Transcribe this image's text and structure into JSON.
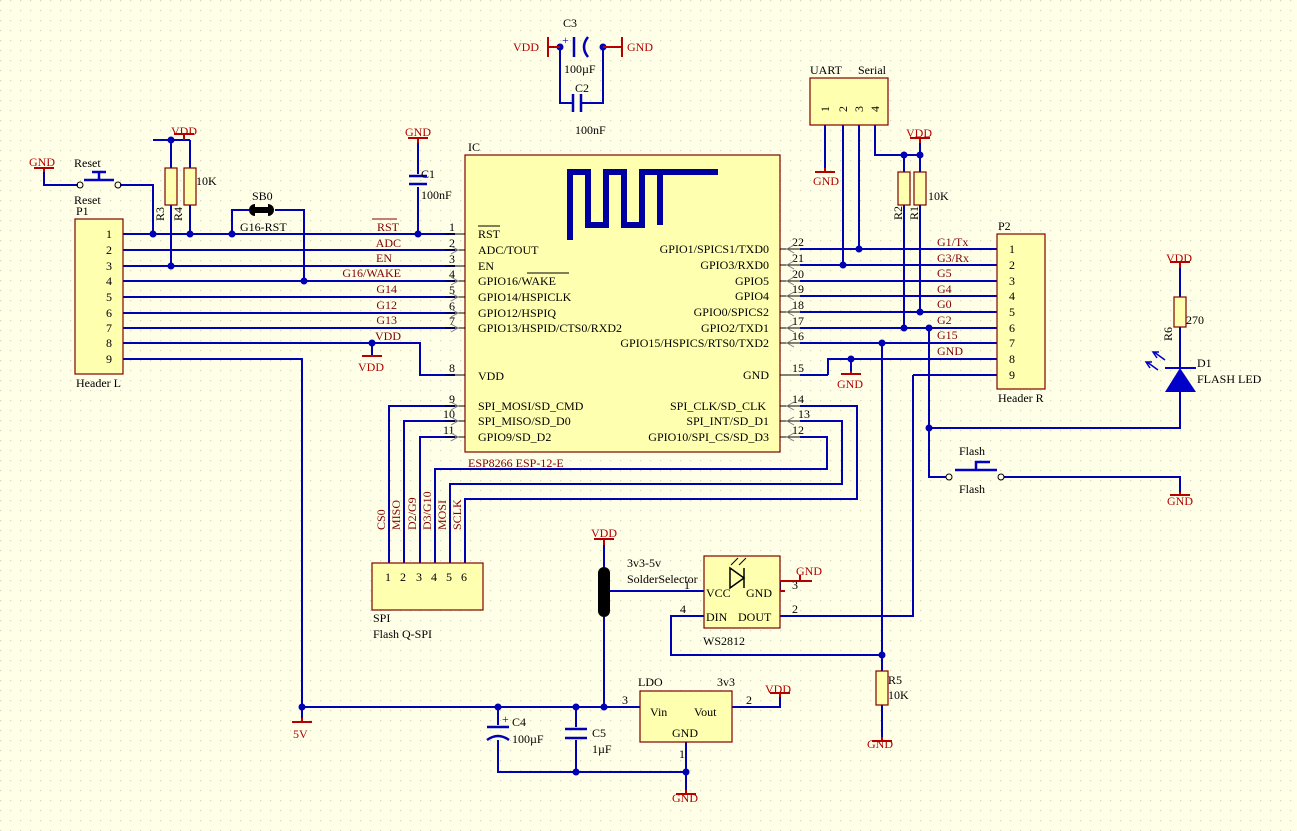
{
  "ic": {
    "ref": "IC",
    "name": "ESP8266 ESP-12-E",
    "left_pins": [
      {
        "num": "1",
        "name": "RST",
        "overline": true
      },
      {
        "num": "2",
        "name": "ADC/TOUT"
      },
      {
        "num": "3",
        "name": "EN"
      },
      {
        "num": "4",
        "name": "GPIO16/WAKE"
      },
      {
        "num": "5",
        "name": "GPIO14/HSPICLK"
      },
      {
        "num": "6",
        "name": "GPIO12/HSPIQ"
      },
      {
        "num": "7",
        "name": "GPIO13/HSPID/CTS0/RXD2"
      },
      {
        "num": "8",
        "name": "VDD"
      },
      {
        "num": "9",
        "name": "SPI_MOSI/SD_CMD"
      },
      {
        "num": "10",
        "name": "SPI_MISO/SD_D0"
      },
      {
        "num": "11",
        "name": "GPIO9/SD_D2"
      }
    ],
    "right_pins": [
      {
        "num": "22",
        "name": "GPIO1/SPICS1/TXD0"
      },
      {
        "num": "21",
        "name": "GPIO3/RXD0"
      },
      {
        "num": "20",
        "name": "GPIO5"
      },
      {
        "num": "19",
        "name": "GPIO4"
      },
      {
        "num": "18",
        "name": "GPIO0/SPICS2"
      },
      {
        "num": "17",
        "name": "GPIO2/TXD1"
      },
      {
        "num": "16",
        "name": "GPIO15/HSPICS/RTS0/TXD2"
      },
      {
        "num": "15",
        "name": "GND"
      },
      {
        "num": "14",
        "name": "SPI_CLK/SD_CLK"
      },
      {
        "num": "13",
        "name": "SPI_INT/SD_D1"
      },
      {
        "num": "12",
        "name": "GPIO10/SPI_CS/SD_D3"
      }
    ]
  },
  "left_nets": [
    "RST",
    "ADC",
    "EN",
    "G16/WAKE",
    "G14",
    "G12",
    "G13",
    "VDD"
  ],
  "right_nets": [
    "G1/Tx",
    "G3/Rx",
    "G5",
    "G4",
    "G0",
    "G2",
    "G15",
    "GND"
  ],
  "p1": {
    "ref": "P1",
    "name": "Header L",
    "pins": [
      "1",
      "2",
      "3",
      "4",
      "5",
      "6",
      "7",
      "8",
      "9"
    ]
  },
  "p2": {
    "ref": "P2",
    "name": "Header R",
    "pins": [
      "1",
      "2",
      "3",
      "4",
      "5",
      "6",
      "7",
      "8",
      "9"
    ]
  },
  "uart": {
    "ref": "UART",
    "name": "Serial",
    "pins": [
      "1",
      "2",
      "3",
      "4"
    ]
  },
  "spi": {
    "ref": "SPI",
    "name": "Flash Q-SPI",
    "pins": [
      "1",
      "2",
      "3",
      "4",
      "5",
      "6"
    ],
    "nets": [
      "CS0",
      "MISO",
      "D2/G9",
      "D3/G10",
      "MOSI",
      "SCLK"
    ]
  },
  "reset": {
    "ref": "Reset",
    "name": "Reset"
  },
  "flash": {
    "ref": "Flash",
    "name": "Flash"
  },
  "sb0": {
    "ref": "SB0",
    "name": "G16-RST"
  },
  "c1": {
    "ref": "C1",
    "value": "100nF"
  },
  "c2": {
    "ref": "C2",
    "value": "100nF"
  },
  "c3": {
    "ref": "C3",
    "value": "100µF"
  },
  "c4": {
    "ref": "C4",
    "value": "100µF"
  },
  "c5": {
    "ref": "C5",
    "value": "1µF"
  },
  "r1": {
    "ref": "R1",
    "value": "10K"
  },
  "r2": {
    "ref": "R2"
  },
  "r3": {
    "ref": "R3"
  },
  "r4": {
    "ref": "R4",
    "value": "10K"
  },
  "r5": {
    "ref": "R5",
    "value": "10K"
  },
  "r6": {
    "ref": "R6",
    "value": "270"
  },
  "d1": {
    "ref": "D1",
    "name": "FLASH LED"
  },
  "ws": {
    "name": "WS2812",
    "vcc": "VCC",
    "gnd": "GND",
    "din": "DIN",
    "dout": "DOUT",
    "pin1": "1",
    "pin2": "2",
    "pin3": "3",
    "pin4": "4"
  },
  "sel": {
    "line1": "3v3-5v",
    "line2": "SolderSelector"
  },
  "ldo": {
    "ref": "LDO",
    "name": "3v3",
    "vin": "Vin",
    "vout": "Vout",
    "gnd": "GND",
    "pin1": "1",
    "pin2": "2",
    "pin3": "3"
  },
  "power": {
    "vdd": "VDD",
    "gnd": "GND",
    "v5": "5V"
  },
  "colors": {
    "wire": "#0000b4",
    "body_fill": "#ffffb0",
    "body_stroke": "#800000",
    "power": "#b40000",
    "background": "#ffffe8"
  }
}
